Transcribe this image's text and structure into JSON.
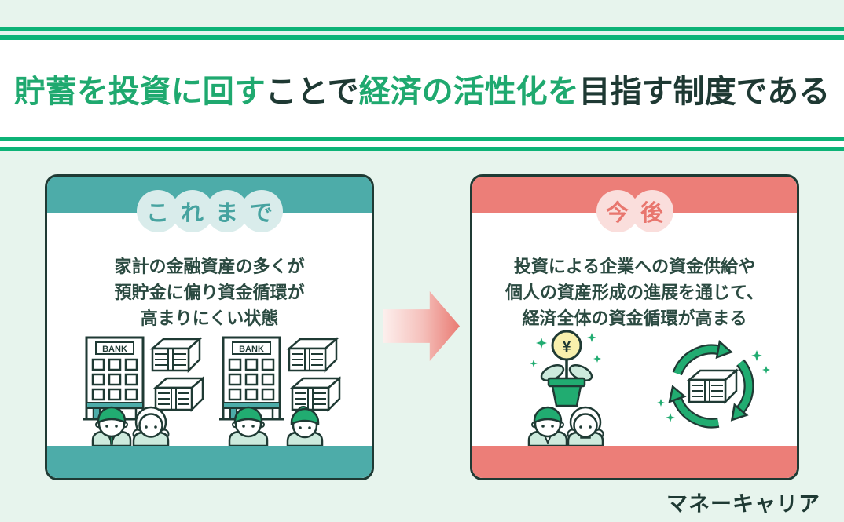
{
  "meta": {
    "logo_text": "マネーキャリア"
  },
  "colors": {
    "background_mint": "#e7f4ed",
    "line_green": "#0db377",
    "title_green": "#1fa96f",
    "title_dark": "#1e3933",
    "teal": "#4daca9",
    "teal_badge_bg": "#d9eceb",
    "teal_badge_text": "#46a3a0",
    "salmon": "#ec7e78",
    "pink_badge_bg": "#fadedc",
    "pink_badge_text": "#e8766e",
    "body_text": "#2b4a41",
    "outline_dark": "#1f3a34",
    "illustration_green": "#21ac71",
    "illustration_mint": "#cdeadd",
    "coin_yellow": "#f8f0ad",
    "arrow_gradient_start": "#fdf0ee",
    "arrow_gradient_end": "#e97a72"
  },
  "header": {
    "segments": [
      {
        "text": "貯蓄を投資に回す",
        "emphasis": true
      },
      {
        "text": "ことで",
        "emphasis": false
      },
      {
        "text": "経済の活性化を",
        "emphasis": true
      },
      {
        "text": "目指す制度である",
        "emphasis": false
      }
    ]
  },
  "before_card": {
    "badge_chars": [
      "こ",
      "れ",
      "ま",
      "で"
    ],
    "body_lines": [
      "家計の金融資産の多くが",
      "預貯金に偏り資金循環が",
      "高まりにくい状態"
    ],
    "bank_sign": "BANK"
  },
  "after_card": {
    "badge_chars": [
      "今",
      "後"
    ],
    "body_lines": [
      "投資による企業への資金供給や",
      "個人の資産形成の進展を通じて、",
      "経済全体の資金循環が高まる"
    ],
    "coin_symbol": "¥"
  }
}
